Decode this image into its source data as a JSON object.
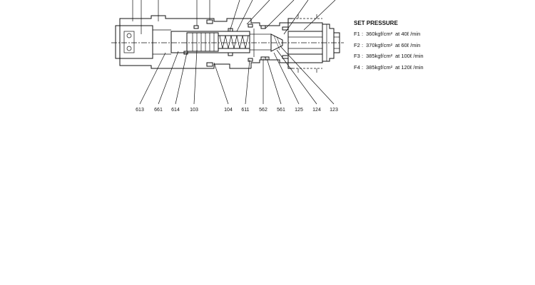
{
  "callouts": [
    "613",
    "661",
    "614",
    "103",
    "104",
    "611",
    "562",
    "561",
    "125",
    "124",
    "123"
  ],
  "set_pressure": {
    "title": "SET PRESSURE",
    "rows": [
      {
        "label": "F1",
        "pressure": "360kgf/cm²",
        "flow": "at 40ℓ /min"
      },
      {
        "label": "F2",
        "pressure": "370kgf/cm²",
        "flow": "at 60ℓ /min"
      },
      {
        "label": "F3",
        "pressure": "385kgf/cm²",
        "flow": "at 100ℓ /min"
      },
      {
        "label": "F4",
        "pressure": "385kgf/cm²",
        "flow": "at 120ℓ /min"
      }
    ]
  }
}
